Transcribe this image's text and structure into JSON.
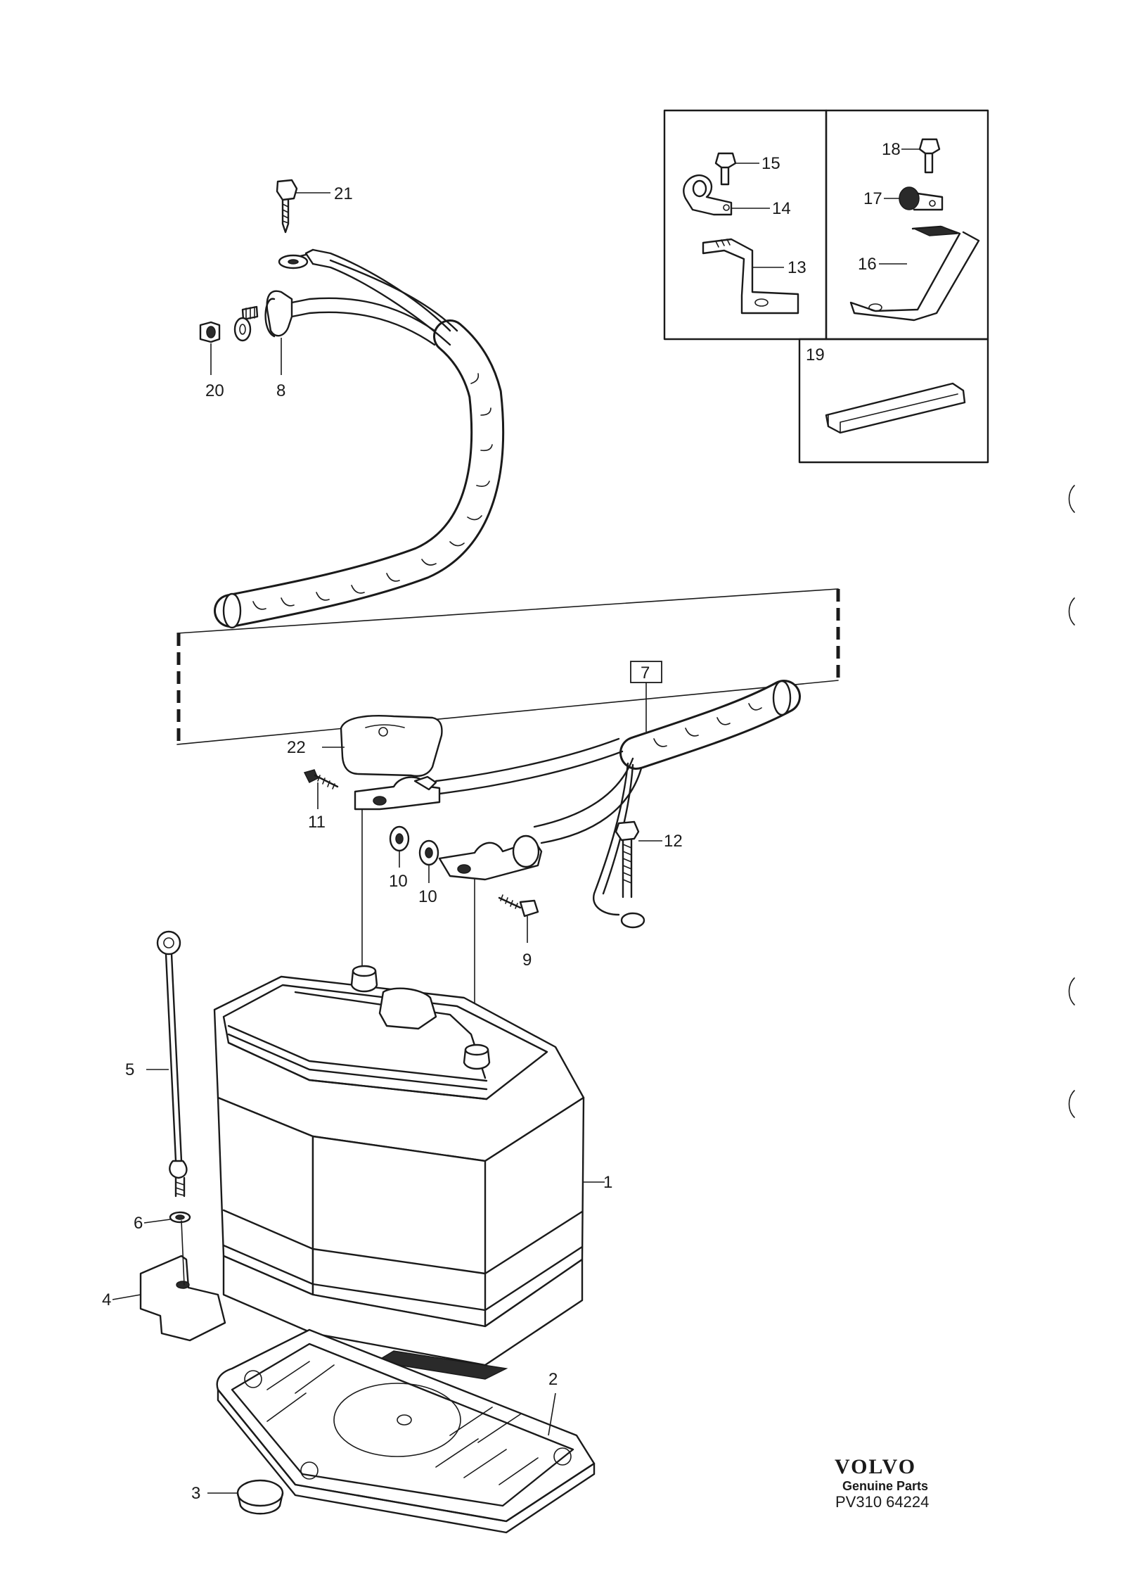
{
  "labels": {
    "p1": "1",
    "p2": "2",
    "p3": "3",
    "p4": "4",
    "p5": "5",
    "p6": "6",
    "p7": "7",
    "p8": "8",
    "p9": "9",
    "p10a": "10",
    "p10b": "10",
    "p11": "11",
    "p12": "12",
    "p13": "13",
    "p14": "14",
    "p15": "15",
    "p16": "16",
    "p17": "17",
    "p18": "18",
    "p19": "19",
    "p20": "20",
    "p21": "21",
    "p22": "22"
  },
  "branding": {
    "brand": "VOLVO",
    "tagline": "Genuine Parts",
    "code": "PV310 64224"
  }
}
